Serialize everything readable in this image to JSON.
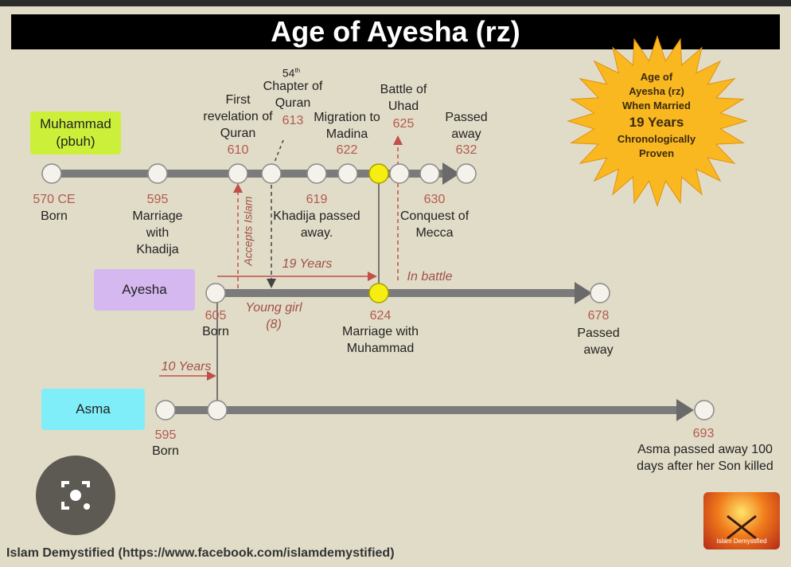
{
  "title": "Age of Ayesha (rz)",
  "people": {
    "muhammad": "Muhammad (pbuh)",
    "ayesha": "Ayesha",
    "asma": "Asma"
  },
  "muhammad_events": {
    "born": {
      "year": "570 CE",
      "label": "Born"
    },
    "marriage": {
      "year": "595",
      "label": "Marriage with Khadija"
    },
    "revelation": {
      "year": "610",
      "label": "First revelation of Quran"
    },
    "chapter": {
      "sup": "th",
      "num": "54",
      "label": "Chapter of Quran",
      "year": "613"
    },
    "khadija": {
      "year": "619",
      "label": "Khadija passed away."
    },
    "migration": {
      "year": "622",
      "label": "Migration to Madina"
    },
    "uhad": {
      "year": "625",
      "label": "Battle of Uhad"
    },
    "conquest": {
      "year": "630",
      "label": "Conquest of Mecca"
    },
    "passed": {
      "year": "632",
      "label": "Passed away"
    }
  },
  "ayesha_events": {
    "born": {
      "year": "605",
      "label": "Born"
    },
    "marriage": {
      "year": "624",
      "label": "Marriage with Muhammad"
    },
    "passed": {
      "year": "678",
      "label": "Passed away"
    }
  },
  "asma_events": {
    "born": {
      "year": "595",
      "label": "Born"
    },
    "passed": {
      "year": "693",
      "label": "Asma passed away 100 days after her Son killed"
    }
  },
  "annotations": {
    "accepts_islam": "Accepts Islam",
    "nineteen_years": "19 Years",
    "in_battle": "In battle",
    "young_girl": "Young girl (8)",
    "ten_years": "10 Years"
  },
  "starburst": {
    "line1": "Age of",
    "line2": "Ayesha (rz)",
    "line3": "When Married",
    "line4": "19 Years",
    "line5": "Chronologically",
    "line6": "Proven"
  },
  "footer": "Islam Demystified (https://www.facebook.com/islamdemystified)",
  "logo_text": "Islam Demystified",
  "colors": {
    "muhammad_box": "#ccf03a",
    "ayesha_box": "#d5b8f0",
    "asma_box": "#80eef8",
    "year": "#b25a50",
    "highlight": "#f5ee10"
  }
}
